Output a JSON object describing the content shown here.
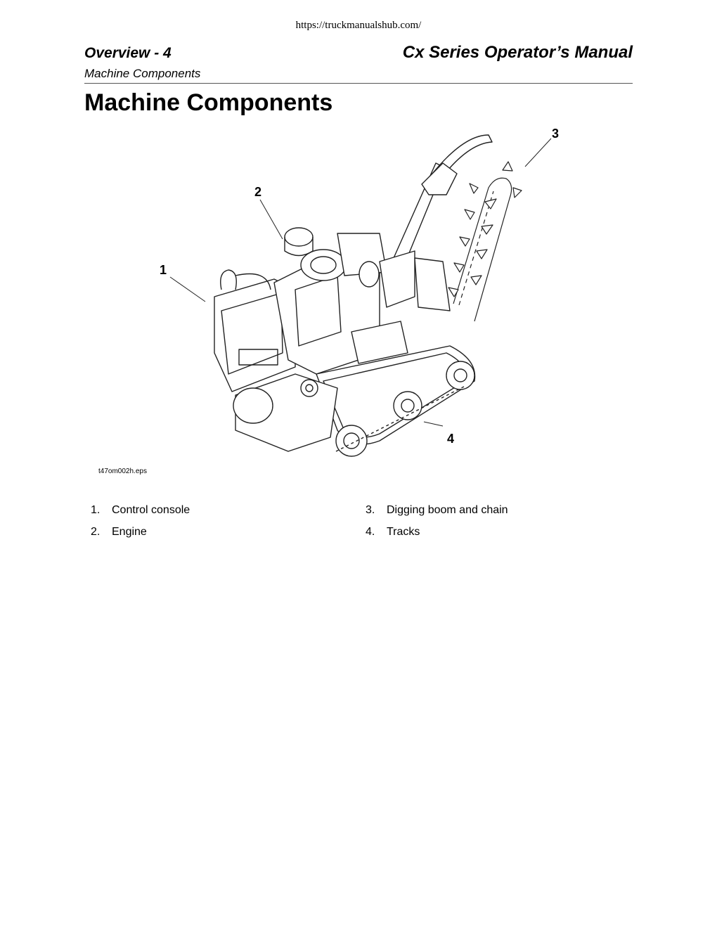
{
  "url": "https://truckmanualshub.com/",
  "header": {
    "section": "Overview - 4",
    "manual": "Cx Series Operator’s Manual",
    "subsection": "Machine Components"
  },
  "title": "Machine Components",
  "figure": {
    "callouts": [
      "1",
      "2",
      "3",
      "4"
    ],
    "caption": "t47om002h.eps"
  },
  "legend": [
    {
      "num": "1.",
      "label": "Control console"
    },
    {
      "num": "2.",
      "label": "Engine"
    },
    {
      "num": "3.",
      "label": "Digging boom and chain"
    },
    {
      "num": "4.",
      "label": "Tracks"
    }
  ]
}
